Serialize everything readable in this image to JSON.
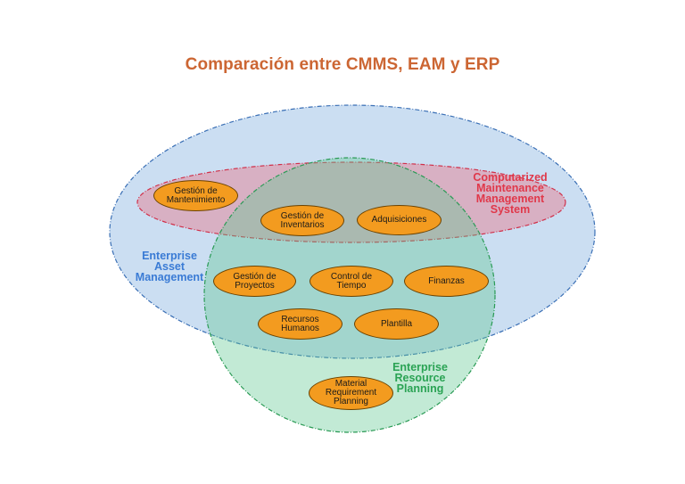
{
  "title": "Comparación entre CMMS, EAM y ERP",
  "colors": {
    "title": "#cc6633",
    "eam": "#3a7bd5",
    "cmms": "#e0384a",
    "erp": "#2aa354",
    "pill_fill": "#f39b1f"
  },
  "sets": {
    "eam": "Enterprise\nAsset\nManagement",
    "cmms": "Computarized\nMaintenance\nManagement\nSystem",
    "erp": "Enterprise\nResource\nPlanning"
  },
  "functions": {
    "mantenimiento": "Gestión de\nMantenimiento",
    "inventarios": "Gestión de\nInventarios",
    "adquisiciones": "Adquisiciones",
    "proyectos": "Gestión de\nProyectos",
    "tiempo": "Control de\nTiempo",
    "finanzas": "Finanzas",
    "recursos": "Recursos\nHumanos",
    "plantilla": "Plantilla",
    "mrp": "Material\nRequirement\nPlanning"
  }
}
